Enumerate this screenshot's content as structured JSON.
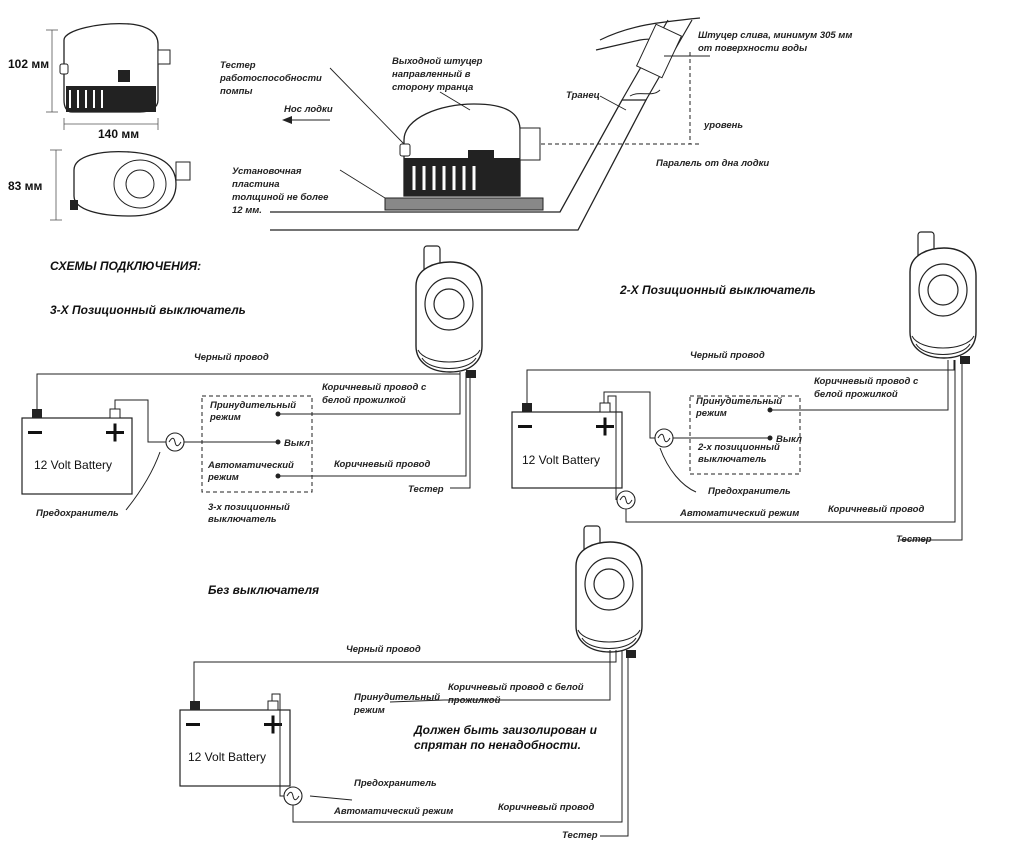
{
  "dimensions": {
    "height": "102 мм",
    "length": "140 мм",
    "width": "83 мм"
  },
  "install": {
    "tester": "Тестер работоспособности помпы",
    "outlet": "Выходной штуцер направленный в сторону транца",
    "nose": "Нос лодки",
    "plate": "Установочная пластина толщиной не более 12 мм.",
    "transom": "Транец",
    "drain": "Штуцер слива, минимум 305 мм от поверхности воды",
    "level": "уровень",
    "parallel": "Паралель от дна лодки"
  },
  "section_title": "СХЕМЫ ПОДКЛЮЧЕНИЯ:",
  "battery_label": "12 Volt Battery",
  "three_pos": {
    "title": "3-Х Позиционный выключатель",
    "black_wire": "Черный провод",
    "brown_white_wire": "Коричневый провод с белой прожилкой",
    "forced": "Принудительный режим",
    "off": "Выкл",
    "auto": "Автоматический режим",
    "brown_wire": "Коричневый провод",
    "tester": "Тестер",
    "fuse": "Предохранитель",
    "switch": "3-х позиционный выключатель"
  },
  "two_pos": {
    "title": "2-Х Позиционный выключатель",
    "black_wire": "Черный провод",
    "brown_white_wire": "Коричневый провод с белой прожилкой",
    "forced": "Принудительный режим",
    "off": "Выкл",
    "switch": "2-х позиционный выключатель",
    "fuse": "Предохранитель",
    "auto": "Автоматический режим",
    "brown_wire": "Коричневый провод",
    "tester": "Тестер"
  },
  "no_switch": {
    "title": "Без выключателя",
    "black_wire": "Черный провод",
    "forced": "Принудительный режим",
    "brown_white_wire": "Коричневый провод с белой прожилкой",
    "note": "Должен быть заизолирован и спрятан по ненадобности.",
    "fuse": "Предохранитель",
    "auto": "Автоматический режим",
    "brown_wire": "Коричневый провод",
    "tester": "Тестер"
  }
}
